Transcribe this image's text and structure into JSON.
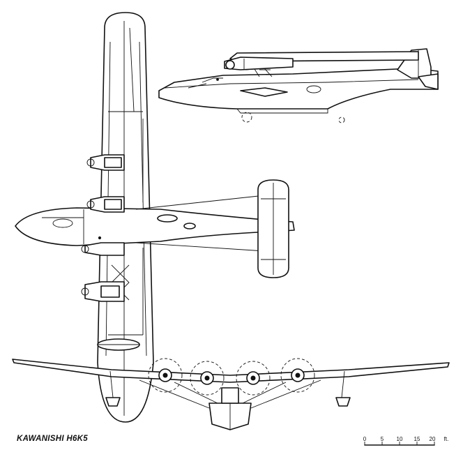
{
  "title": "KAWANISHI H6K5",
  "scale": {
    "unit": "ft.",
    "ticks": [
      "0",
      "5",
      "10",
      "15",
      "20"
    ]
  },
  "views": {
    "side": "side-view",
    "plan": "plan-view",
    "front": "front-view"
  }
}
